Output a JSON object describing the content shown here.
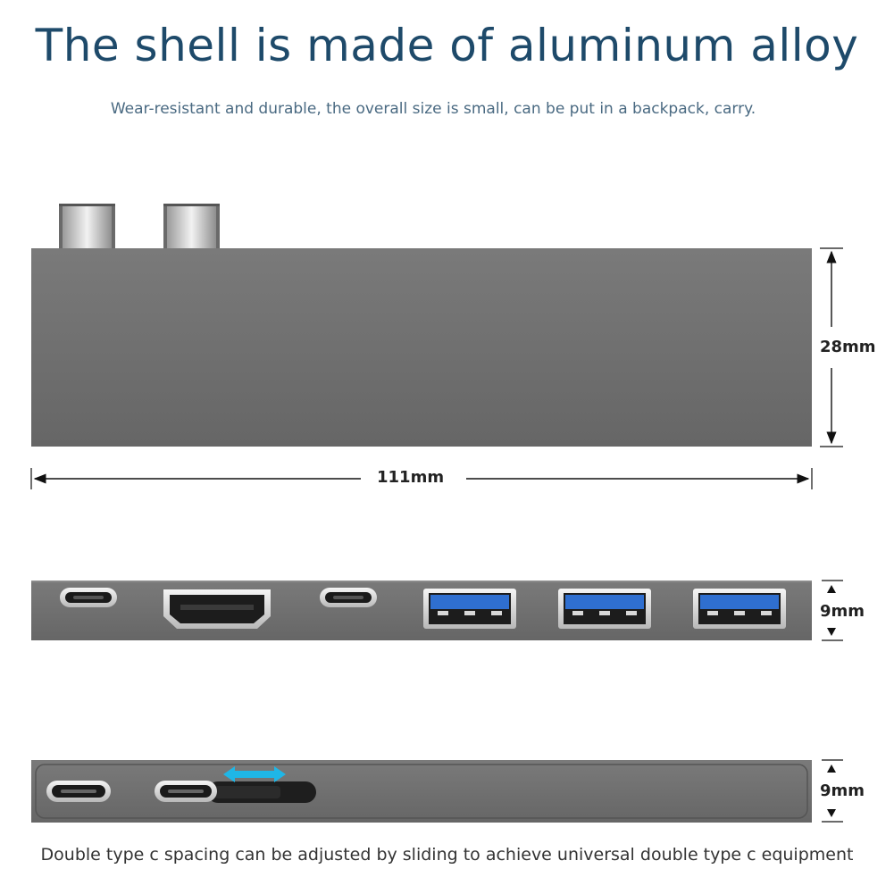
{
  "heading": {
    "title": "The shell is made of aluminum alloy",
    "subtitle": "Wear-resistant and durable, the overall size is small, can be put in a backpack, carry."
  },
  "dimensions": {
    "height_top": "28mm",
    "length": "111mm",
    "thickness_front": "9mm",
    "thickness_back": "9mm"
  },
  "caption": "Double type c spacing can be adjusted by sliding to achieve universal double type c equipment",
  "colors": {
    "shell": "#707070",
    "shell_dark": "#5e5e5e",
    "usb_blue": "#2f6fd0",
    "arrow_cyan": "#1fb6e6",
    "title_blue": "#1e4a6a"
  },
  "icons": [
    "usb-c-plug-icon",
    "usb-c-port-icon",
    "hdmi-port-icon",
    "usb-a-port-icon",
    "slide-arrow-icon"
  ]
}
